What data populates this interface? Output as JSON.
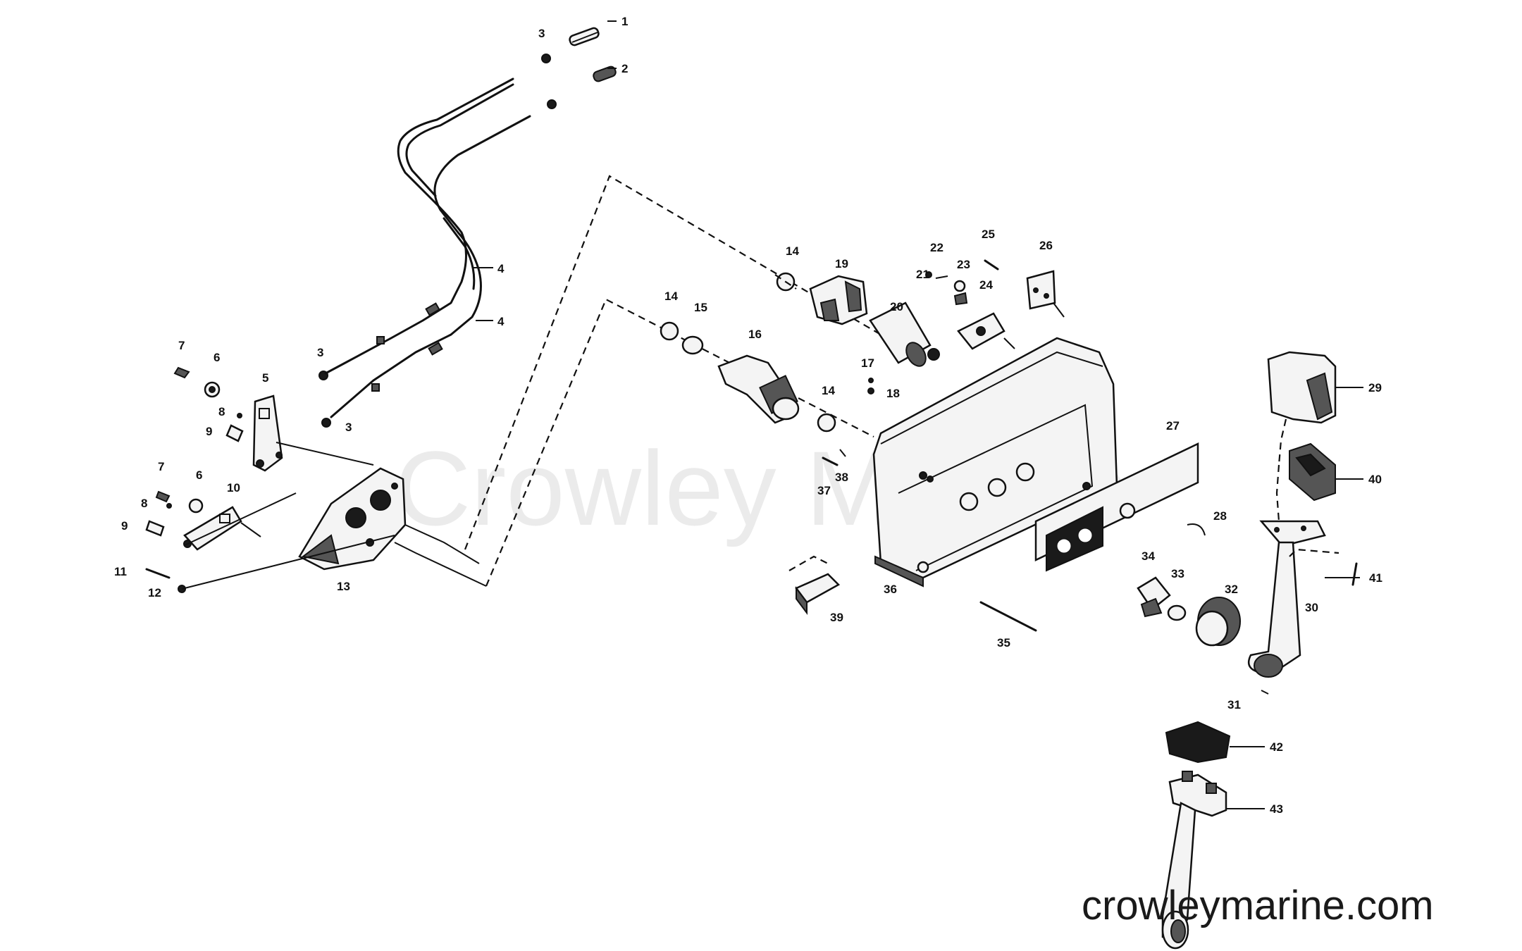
{
  "watermark": "Crowley Marine",
  "website": "crowleymarine.com",
  "callouts": [
    {
      "key": "c1",
      "label": "1"
    },
    {
      "key": "c2",
      "label": "2"
    },
    {
      "key": "c3a",
      "label": "3"
    },
    {
      "key": "c3b",
      "label": "3"
    },
    {
      "key": "c3c",
      "label": "3"
    },
    {
      "key": "c4a",
      "label": "4"
    },
    {
      "key": "c4b",
      "label": "4"
    },
    {
      "key": "c5",
      "label": "5"
    },
    {
      "key": "c6a",
      "label": "6"
    },
    {
      "key": "c6b",
      "label": "6"
    },
    {
      "key": "c7a",
      "label": "7"
    },
    {
      "key": "c7b",
      "label": "7"
    },
    {
      "key": "c8a",
      "label": "8"
    },
    {
      "key": "c8b",
      "label": "8"
    },
    {
      "key": "c9a",
      "label": "9"
    },
    {
      "key": "c9b",
      "label": "9"
    },
    {
      "key": "c10",
      "label": "10"
    },
    {
      "key": "c11",
      "label": "11"
    },
    {
      "key": "c12",
      "label": "12"
    },
    {
      "key": "c13",
      "label": "13"
    },
    {
      "key": "c14a",
      "label": "14"
    },
    {
      "key": "c14b",
      "label": "14"
    },
    {
      "key": "c14c",
      "label": "14"
    },
    {
      "key": "c15",
      "label": "15"
    },
    {
      "key": "c16",
      "label": "16"
    },
    {
      "key": "c17",
      "label": "17"
    },
    {
      "key": "c18",
      "label": "18"
    },
    {
      "key": "c19",
      "label": "19"
    },
    {
      "key": "c20",
      "label": "20"
    },
    {
      "key": "c21",
      "label": "21"
    },
    {
      "key": "c22",
      "label": "22"
    },
    {
      "key": "c23",
      "label": "23"
    },
    {
      "key": "c24",
      "label": "24"
    },
    {
      "key": "c25",
      "label": "25"
    },
    {
      "key": "c26",
      "label": "26"
    },
    {
      "key": "c27",
      "label": "27"
    },
    {
      "key": "c28",
      "label": "28"
    },
    {
      "key": "c29",
      "label": "29"
    },
    {
      "key": "c30",
      "label": "30"
    },
    {
      "key": "c31",
      "label": "31"
    },
    {
      "key": "c32",
      "label": "32"
    },
    {
      "key": "c33",
      "label": "33"
    },
    {
      "key": "c34",
      "label": "34"
    },
    {
      "key": "c35",
      "label": "35"
    },
    {
      "key": "c36",
      "label": "36"
    },
    {
      "key": "c37",
      "label": "37"
    },
    {
      "key": "c38",
      "label": "38"
    },
    {
      "key": "c39",
      "label": "39"
    },
    {
      "key": "c40",
      "label": "40"
    },
    {
      "key": "c41",
      "label": "41"
    },
    {
      "key": "c42",
      "label": "42"
    },
    {
      "key": "c43",
      "label": "43"
    }
  ]
}
